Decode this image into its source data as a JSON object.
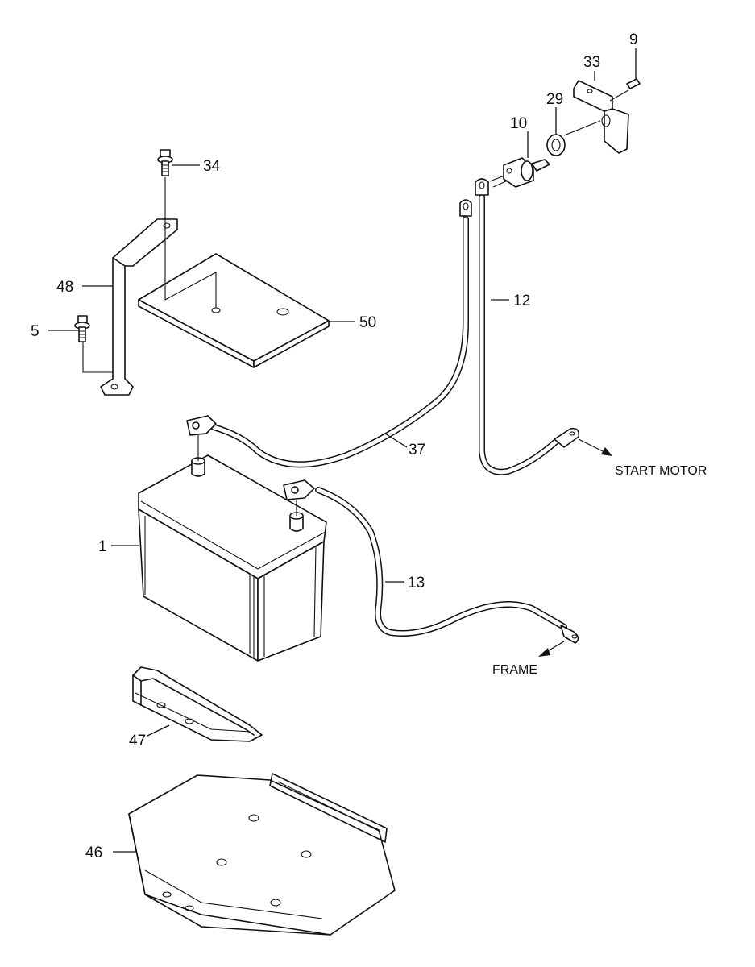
{
  "parts": [
    {
      "id": "battery",
      "label": "1"
    },
    {
      "id": "bolt-5",
      "label": "5"
    },
    {
      "id": "screw-9",
      "label": "9"
    },
    {
      "id": "switch-10",
      "label": "10"
    },
    {
      "id": "cable-12",
      "label": "12"
    },
    {
      "id": "cable-13",
      "label": "13"
    },
    {
      "id": "washer-29",
      "label": "29"
    },
    {
      "id": "bracket-33",
      "label": "33"
    },
    {
      "id": "bolt-34",
      "label": "34"
    },
    {
      "id": "cable-37",
      "label": "37"
    },
    {
      "id": "tray-46",
      "label": "46"
    },
    {
      "id": "holder-47",
      "label": "47"
    },
    {
      "id": "strap-48",
      "label": "48"
    },
    {
      "id": "plate-50",
      "label": "50"
    }
  ],
  "notes": {
    "start_motor": "START MOTOR",
    "frame": "FRAME"
  }
}
